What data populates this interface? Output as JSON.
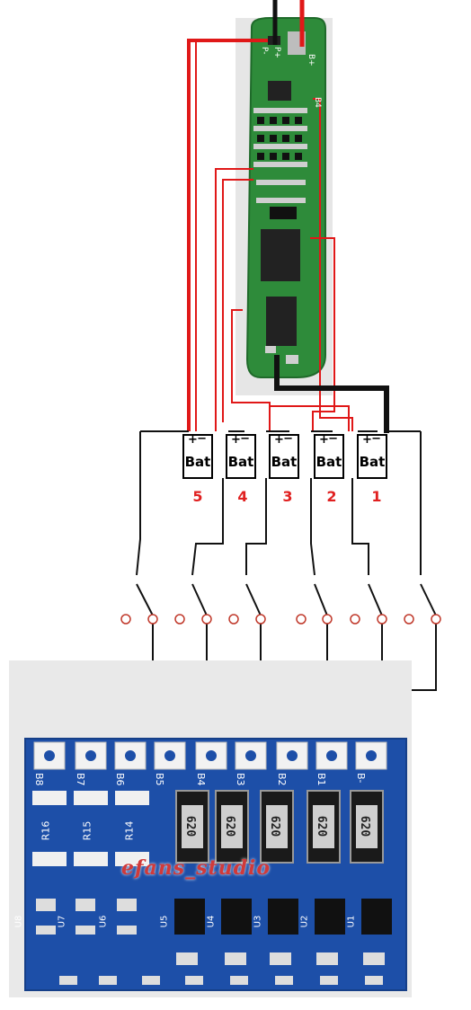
{
  "batteries": [
    {
      "label": "Bat",
      "plus": "+",
      "minus": "−",
      "number": "5"
    },
    {
      "label": "Bat",
      "plus": "+",
      "minus": "−",
      "number": "4"
    },
    {
      "label": "Bat",
      "plus": "+",
      "minus": "−",
      "number": "3"
    },
    {
      "label": "Bat",
      "plus": "+",
      "minus": "−",
      "number": "2"
    },
    {
      "label": "Bat",
      "plus": "+",
      "minus": "−",
      "number": "1"
    }
  ],
  "bms_board": {
    "pad_labels": [
      "P-",
      "P+",
      "B+",
      "B4"
    ],
    "color": "#3a9a3a"
  },
  "balancer_board": {
    "pads": [
      "B8",
      "B7",
      "B6",
      "B5",
      "B4",
      "B3",
      "B2",
      "B1",
      "B-"
    ],
    "resistors": [
      "R16",
      "R15",
      "R14"
    ],
    "shunt_value": "620",
    "ics": [
      "U8",
      "U7",
      "U6",
      "U5",
      "U4",
      "U3",
      "U2",
      "U1"
    ],
    "color": "#1a4aa0"
  },
  "watermark": "efans_studio",
  "colors": {
    "wire_red": "#e01818",
    "wire_black": "#111111",
    "bms_green": "#2e8b3a",
    "balancer_blue": "#1d4fa8"
  }
}
